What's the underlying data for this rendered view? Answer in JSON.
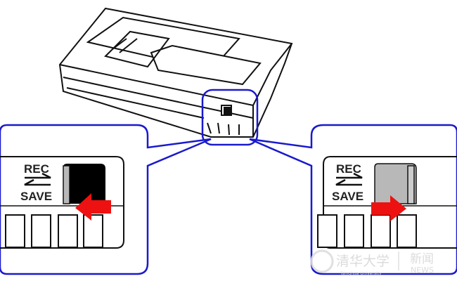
{
  "left_panel": {
    "rec_label": "REC",
    "save_label": "SAVE",
    "state": "save"
  },
  "right_panel": {
    "rec_label": "REC",
    "save_label": "SAVE",
    "state": "rec"
  },
  "colors": {
    "callout": "#1a1acc",
    "arrow": "#ee1111",
    "tab_dark": "#000000",
    "tab_light": "#b8b8b8"
  },
  "watermark": {
    "chinese_name": "清华大学",
    "english_name": "Tsinghua University",
    "news_cn": "新闻",
    "news_en": "NEWS"
  }
}
